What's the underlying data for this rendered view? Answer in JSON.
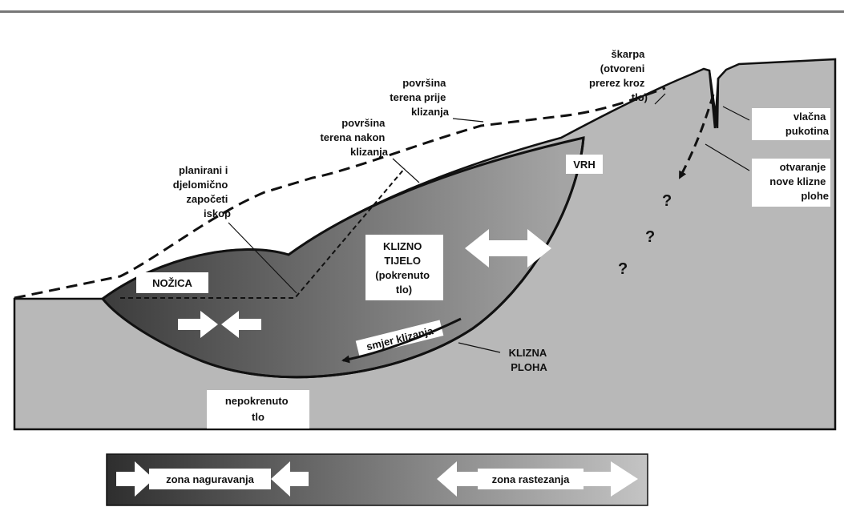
{
  "colors": {
    "ground": "#b8b8b8",
    "body_dark": "#3c3c3c",
    "body_light": "#a4a4a4",
    "legend_dark": "#2e2e2e",
    "legend_light": "#c4c4c4",
    "top_rule": "#777777",
    "line": "#111111"
  },
  "labels": {
    "skarpa": [
      "škarpa",
      "(otvoreni",
      "prerez kroz",
      "tlo)"
    ],
    "povrsina_prije": [
      "površina",
      "terena prije",
      "klizanja"
    ],
    "povrsina_nakon": [
      "površina",
      "terena nakon",
      "klizanja"
    ],
    "planirani": [
      "planirani i",
      "djelomično",
      "započeti",
      "iskop"
    ],
    "vrh": "VRH",
    "nozica": "NOŽICA",
    "klizno_tijelo": [
      "KLIZNO",
      "TIJELO",
      "(pokrenuto",
      "tlo)"
    ],
    "smjer": "smjer klizanja",
    "klizna_ploha": [
      "KLIZNA",
      "PLOHA"
    ],
    "nepokrenuto": [
      "nepokrenuto",
      "tlo"
    ],
    "vlacna": [
      "vlačna",
      "pukotina"
    ],
    "otvaranje": [
      "otvaranje",
      "nove klizne",
      "plohe"
    ],
    "question": "?"
  },
  "legend": {
    "zona_naguravanja": "zona naguravanja",
    "zona_rastezanja": "zona rastezanja"
  }
}
